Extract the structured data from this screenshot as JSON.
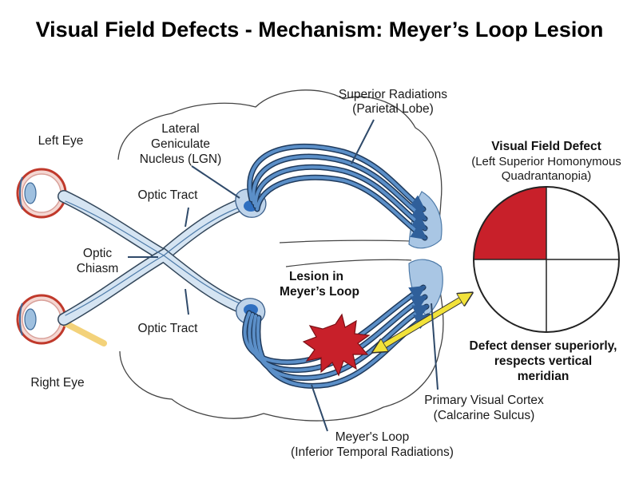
{
  "title": "Visual Field Defects - Mechanism: Meyer’s Loop Lesion",
  "labels": {
    "left_eye": "Left Eye",
    "right_eye": "Right Eye",
    "lgn": [
      "Lateral",
      "Geniculate",
      "Nucleus (LGN)"
    ],
    "optic_tract_top": "Optic Tract",
    "optic_tract_bottom": "Optic Tract",
    "optic_chiasm": [
      "Optic",
      "Chiasm"
    ],
    "superior_radiations": [
      "Superior Radiations",
      "(Parietal Lobe)"
    ],
    "lesion": [
      "Lesion in",
      "Meyer’s Loop"
    ],
    "meyers_loop": [
      "Meyer's Loop",
      "(Inferior Temporal Radiations)"
    ],
    "primary_visual_cortex": [
      "Primary Visual Cortex",
      "(Calcarine Sulcus)"
    ],
    "visual_field_defect_title": "Visual Field Defect",
    "visual_field_defect_sub": [
      "(Left Superior Homonymous",
      "Quadrantanopia)"
    ],
    "defect_note": [
      "Defect denser superiorly,",
      "respects vertical",
      "meridian"
    ]
  },
  "visual_field": {
    "quadrants": [
      "upper-left",
      "upper-right",
      "lower-left",
      "lower-right"
    ],
    "affected_quadrant": "upper-left"
  },
  "colors": {
    "radiation": "#2f5f9a",
    "radiation_light": "#bfd4ea",
    "lesion": "#c8202a",
    "defect": "#c8202a",
    "arrow": "#f2e23a",
    "eye": "#c0392b",
    "cortex": "#a9c6e4"
  }
}
